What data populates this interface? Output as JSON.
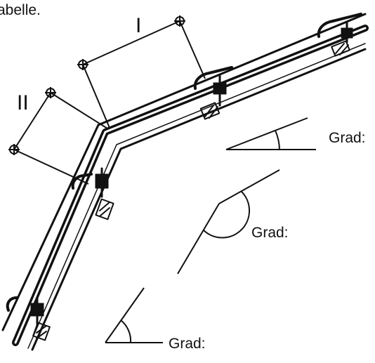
{
  "header_fragment": "abelle.",
  "dimensions": {
    "label_1": "I",
    "label_2": "II"
  },
  "angle_labels": {
    "top": "Grad:",
    "middle": "Grad:",
    "bottom": "Grad:"
  },
  "colors": {
    "ink": "#111111",
    "background": "#ffffff"
  }
}
